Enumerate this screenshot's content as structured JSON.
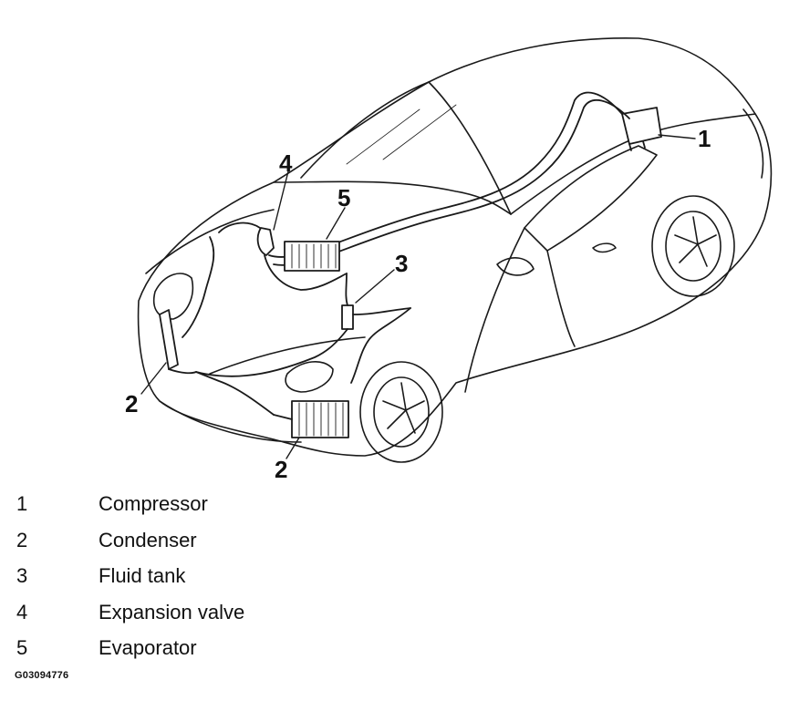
{
  "diagram": {
    "callouts": [
      "1",
      "2",
      "3",
      "4",
      "5",
      "2"
    ]
  },
  "legend": [
    {
      "number": "1",
      "label": "Compressor"
    },
    {
      "number": "2",
      "label": "Condenser"
    },
    {
      "number": "3",
      "label": "Fluid tank"
    },
    {
      "number": "4",
      "label": "Expansion valve"
    },
    {
      "number": "5",
      "label": "Evaporator"
    }
  ],
  "figure_id": "G03094776"
}
